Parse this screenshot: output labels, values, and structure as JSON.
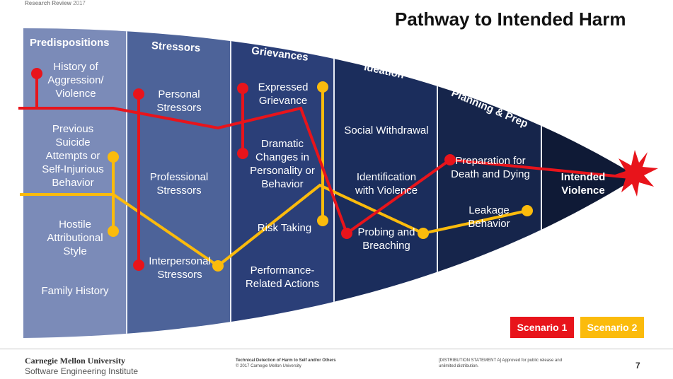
{
  "header": {
    "org": "Research Review",
    "year": "2017"
  },
  "title": "Pathway to Intended Harm",
  "columns": [
    {
      "label": "Predispositions",
      "items": [
        "History of Aggression/ Violence",
        "Previous Suicide Attempts or Self-Injurious Behavior",
        "Hostile Attributional Style",
        "Family History"
      ]
    },
    {
      "label": "Stressors",
      "items": [
        "Personal Stressors",
        "Professional Stressors",
        "Interpersonal Stressors"
      ]
    },
    {
      "label": "Grievances",
      "items": [
        "Expressed Grievance",
        "Dramatic Changes in Personality or Behavior",
        "Risk Taking",
        "Performance-Related Actions"
      ]
    },
    {
      "label": "Ideation",
      "items": [
        "Social Withdrawal",
        "Identification with Violence",
        "Probing and Breaching"
      ]
    },
    {
      "label": "Planning & Prep",
      "items": [
        "Preparation for Death and Dying",
        "Leakage Behavior"
      ]
    },
    {
      "label": "",
      "items": [
        "Intended Violence"
      ]
    }
  ],
  "legend": [
    {
      "label": "Scenario 1",
      "color": "#e8141b"
    },
    {
      "label": "Scenario 2",
      "color": "#fbbb0c"
    }
  ],
  "footer": {
    "university": "Carnegie Mellon University",
    "institute": "Software Engineering Institute",
    "doc_title": "Technical Detection of Harm to Self and/or Others",
    "copyright": "© 2017 Carnegie Mellon University",
    "distribution": "[DISTRIBUTION STATEMENT A] Approved for public release and unlimited distribution.",
    "page": "7"
  }
}
